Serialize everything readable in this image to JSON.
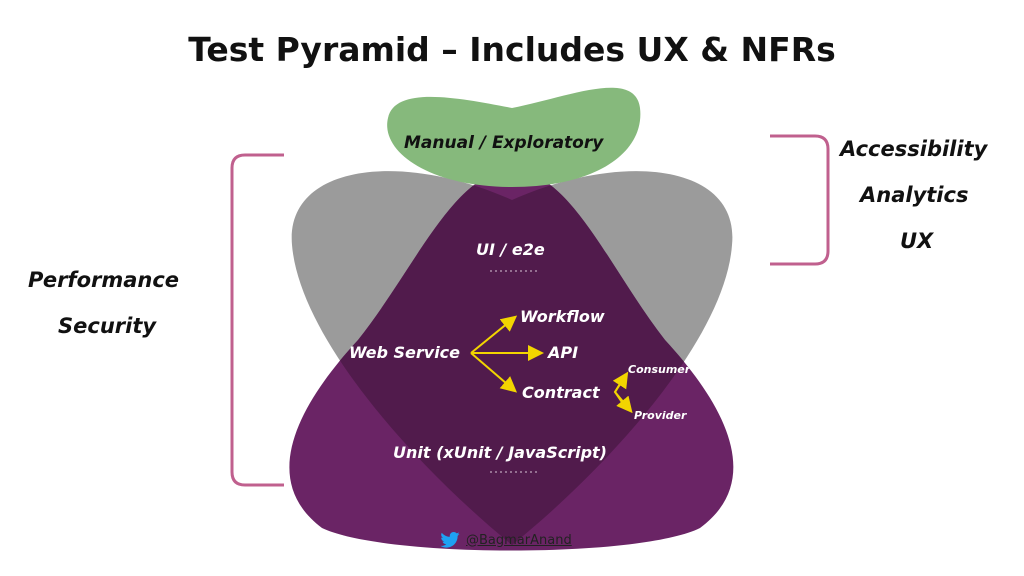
{
  "title": "Test Pyramid – Includes UX & NFRs",
  "left_labels": [
    "Performance",
    "Security"
  ],
  "right_labels": [
    "Accessibility",
    "Analytics",
    "UX"
  ],
  "layers": {
    "top": "Manual / Exploratory",
    "ui": "UI / e2e",
    "service": "Web Service",
    "service_branches": [
      "Workflow",
      "API",
      "Contract"
    ],
    "contract_branches": [
      "Consumer",
      "Provider"
    ],
    "unit": "Unit (xUnit / JavaScript)"
  },
  "credit": {
    "icon": "twitter-bird-icon",
    "handle": "@BagmarAnand"
  },
  "colors": {
    "green": "#86b97c",
    "gray": "#9b9b9b",
    "purple": "#6a2465",
    "overlap": "#511b4c",
    "bracket": "#c0608e",
    "arrow": "#f2d500"
  }
}
